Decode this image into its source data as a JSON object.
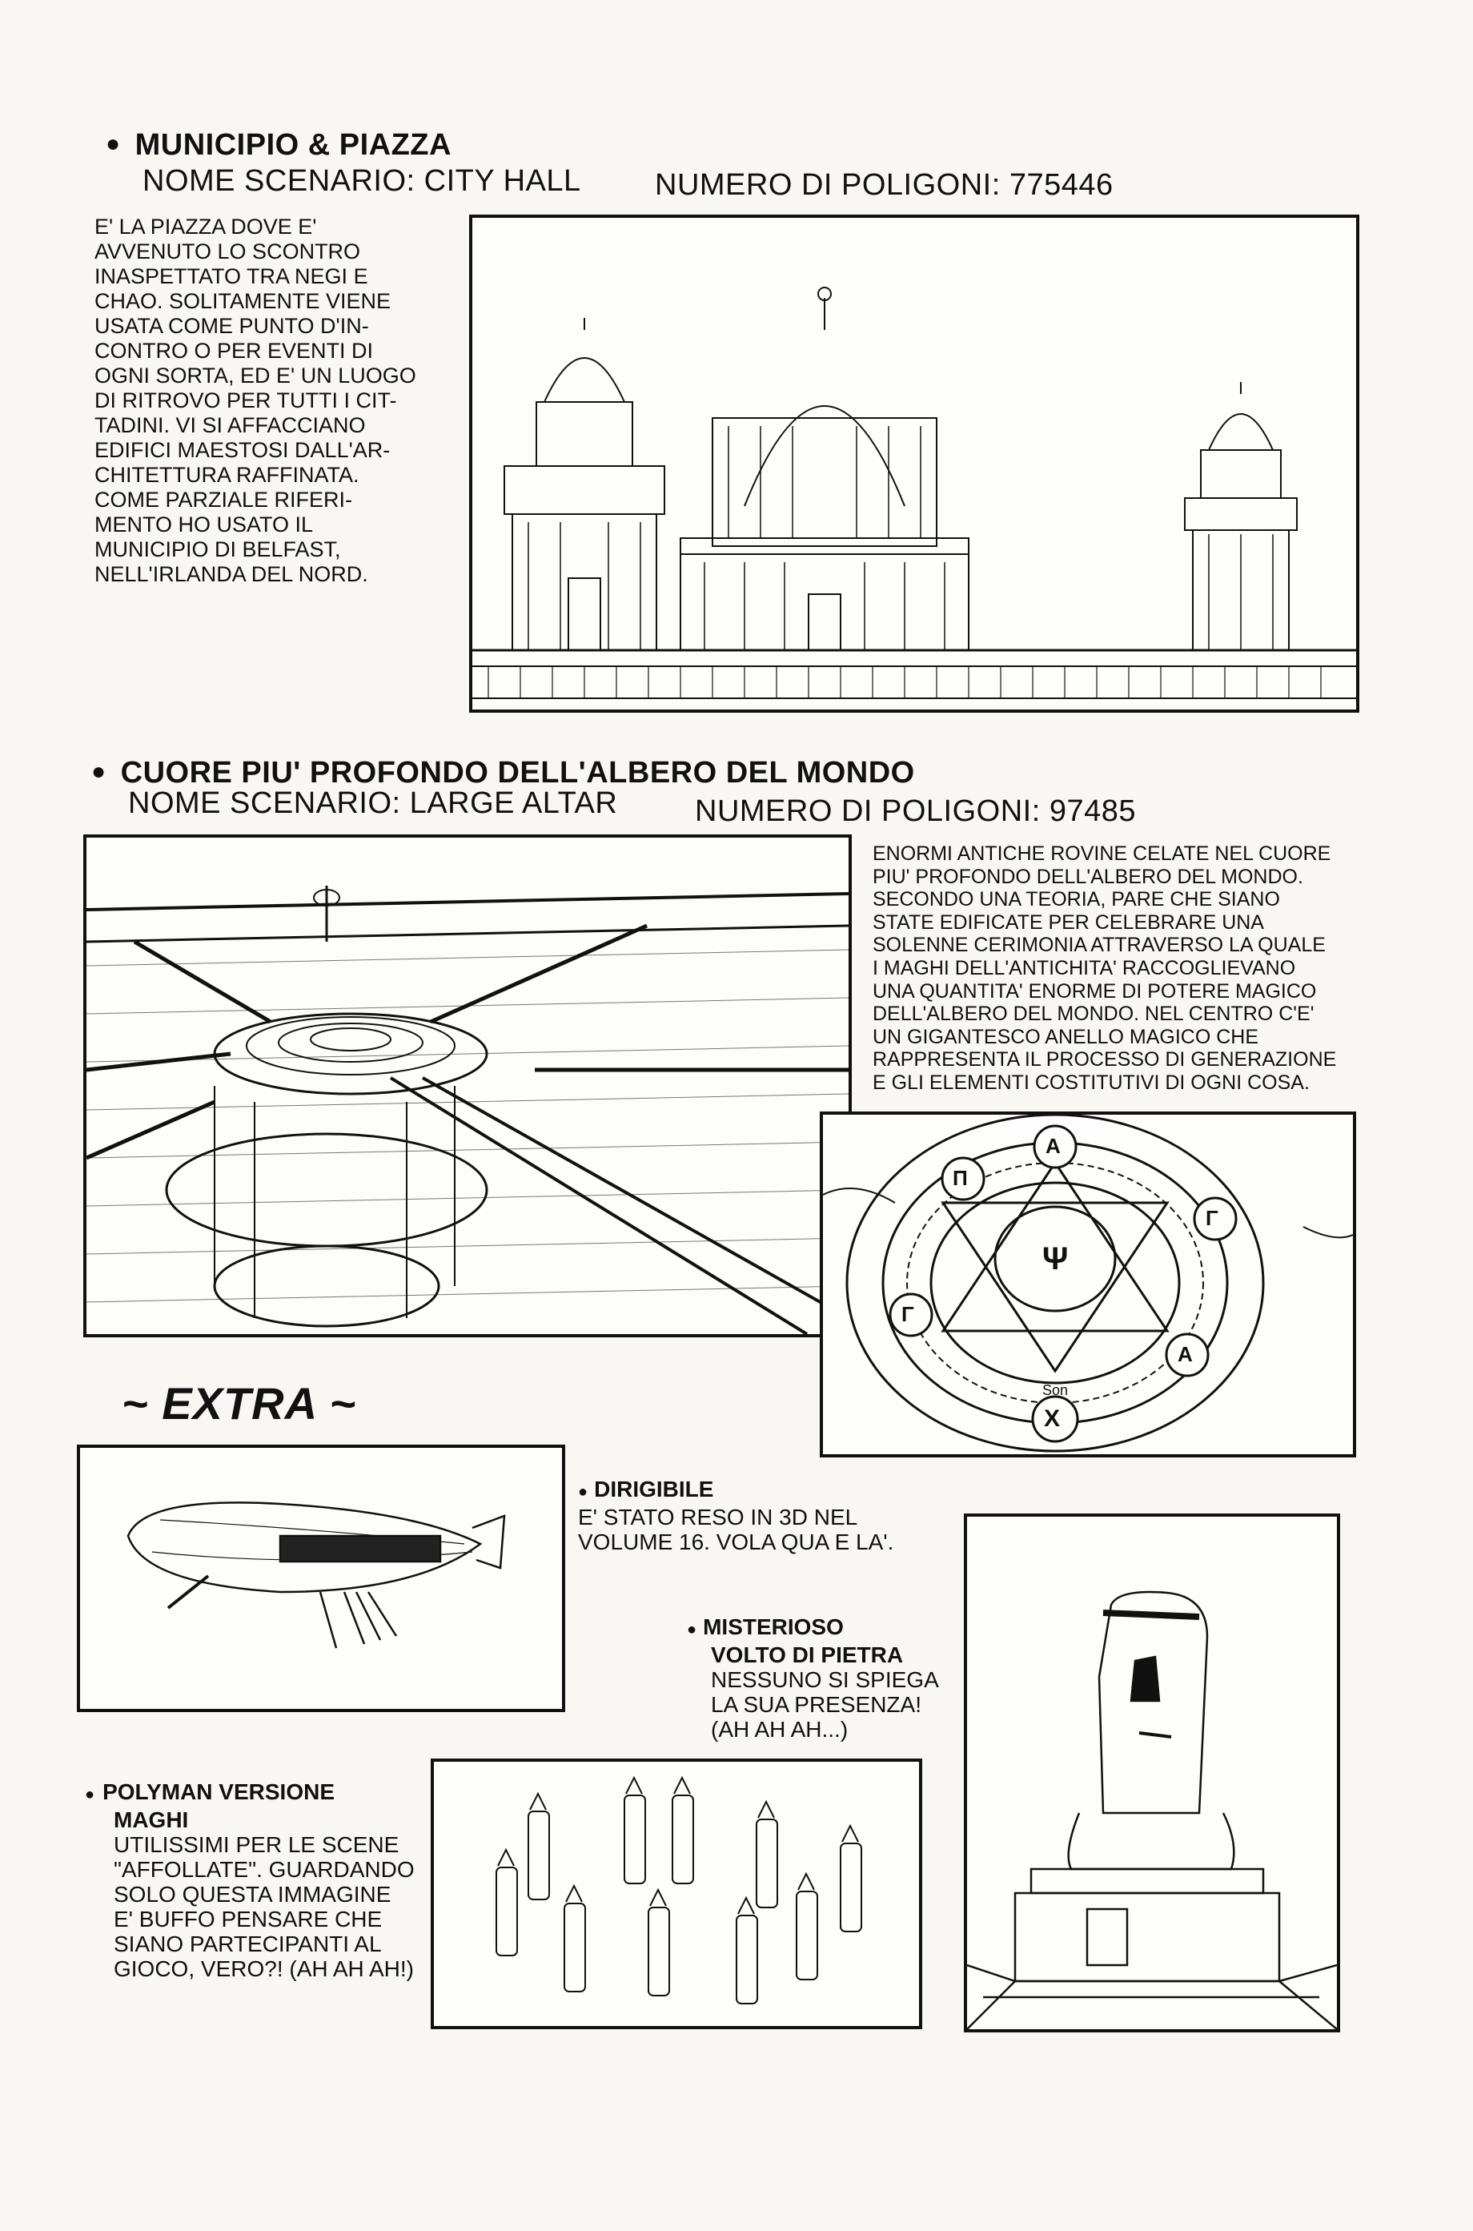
{
  "section1": {
    "title": "MUNICIPIO & PIAZZA",
    "scenario": "NOME SCENARIO: CITY HALL",
    "polygons": "NUMERO DI POLIGONI: 775446",
    "description_lines": [
      "E' LA PIAZZA DOVE E'",
      "AVVENUTO LO SCONTRO",
      "INASPETTATO TRA NEGI E",
      "CHAO. SOLITAMENTE VIENE",
      "USATA COME PUNTO D'IN-",
      "CONTRO O PER EVENTI DI",
      "OGNI SORTA, ED E' UN LUOGO",
      "DI RITROVO PER TUTTI I CIT-",
      "TADINI. VI SI AFFACCIANO",
      "EDIFICI MAESTOSI DALL'AR-",
      "CHITETTURA RAFFINATA.",
      "COME PARZIALE RIFERI-",
      "MENTO HO USATO IL",
      "MUNICIPIO DI BELFAST,",
      "NELL'IRLANDA DEL NORD."
    ]
  },
  "section2": {
    "title": "CUORE PIU' PROFONDO DELL'ALBERO DEL MONDO",
    "scenario": "NOME SCENARIO: LARGE ALTAR",
    "polygons": "NUMERO DI POLIGONI: 97485",
    "description_lines": [
      "ENORMI ANTICHE ROVINE CELATE NEL CUORE",
      "PIU' PROFONDO DELL'ALBERO DEL MONDO.",
      "SECONDO UNA TEORIA, PARE CHE SIANO",
      "STATE EDIFICATE PER CELEBRARE UNA",
      "SOLENNE CERIMONIA ATTRAVERSO LA QUALE",
      "I MAGHI DELL'ANTICHITA' RACCOGLIEVANO",
      "UNA QUANTITA' ENORME DI POTERE MAGICO",
      "DELL'ALBERO DEL MONDO. NEL CENTRO C'E'",
      "UN GIGANTESCO ANELLO MAGICO CHE",
      "RAPPRESENTA IL PROCESSO DI GENERAZIONE",
      "E GLI ELEMENTI COSTITUTIVI DI OGNI COSA."
    ],
    "circle_letters": [
      "A",
      "Π",
      "Γ",
      "X",
      "Γ",
      "A",
      "Ψ"
    ],
    "circle_small": "Son"
  },
  "extra": {
    "heading": "~ EXTRA ~",
    "airship": {
      "title": "DIRIGIBILE",
      "lines": [
        "E' STATO RESO IN 3D NEL",
        "VOLUME 16. VOLA QUA E LA'."
      ]
    },
    "stone_face": {
      "title_lines": [
        "MISTERIOSO",
        "VOLTO DI PIETRA"
      ],
      "lines": [
        "NESSUNO SI SPIEGA",
        "LA SUA PRESENZA!",
        "(AH AH AH...)"
      ]
    },
    "polyman": {
      "title_lines": [
        "POLYMAN VERSIONE",
        "MAGHI"
      ],
      "lines": [
        "UTILISSIMI PER LE SCENE",
        "\"AFFOLLATE\". GUARDANDO",
        "SOLO QUESTA IMMAGINE",
        "E' BUFFO PENSARE CHE",
        "SIANO PARTECIPANTI AL",
        "GIOCO, VERO?! (AH AH AH!)"
      ]
    }
  }
}
